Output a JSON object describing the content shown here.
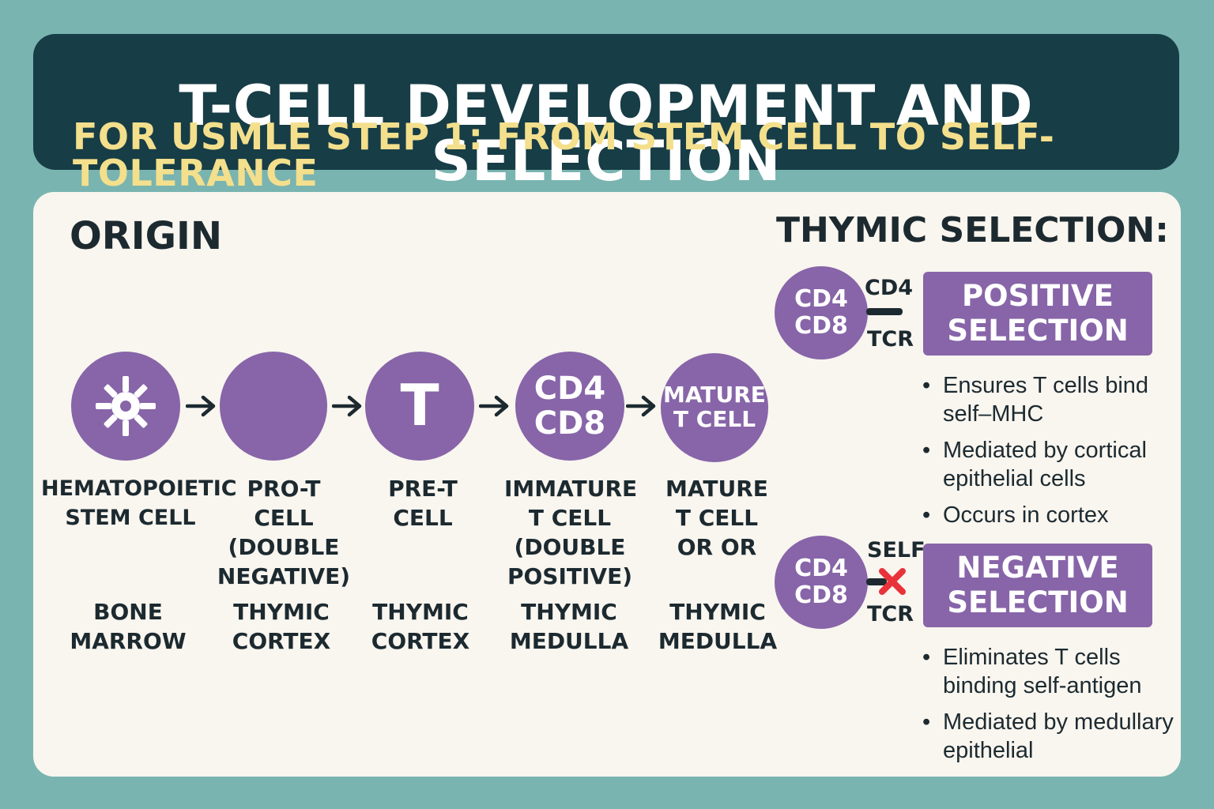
{
  "header": {
    "title": "T-CELL DEVELOPMENT AND SELECTION",
    "subtitle": "FOR USMLE STEP 1: FROM STEM CELL TO SELF-TOLERANCE"
  },
  "origin": {
    "heading": "ORIGIN",
    "stages": [
      {
        "circle_text": "",
        "icon": "sun-gear-icon",
        "label": "HEMATOPOIETIC\nSTEM CELL",
        "location": "BONE\nMARROW"
      },
      {
        "circle_text": "",
        "label": "PRO-T CELL\n(DOUBLE\nNEGATIVE)",
        "location": "THYMIC\nCORTEX"
      },
      {
        "circle_text": "T",
        "label": "PRE-T CELL",
        "location": "THYMIC\nCORTEX"
      },
      {
        "circle_text": "CD4\nCD8",
        "label": "IMMATURE\nT CELL\n(DOUBLE\nPOSITIVE)",
        "location": "THYMIC\nMEDULLA"
      },
      {
        "circle_text": "MATURE\nT CELL",
        "label": "MATURE\nT CELL\nOR OR",
        "location": "THYMIC\nMEDULLA"
      }
    ]
  },
  "thymic": {
    "heading": "THYMIC SELECTION:",
    "positive": {
      "circle_text": "CD4\nCD8",
      "top_label": "CD4",
      "bottom_label": "TCR",
      "box": "POSITIVE\nSELECTION",
      "bullets": [
        "Ensures T cells bind self–MHC",
        "Mediated by cortical epithelial cells",
        "Occurs in cortex"
      ]
    },
    "negative": {
      "circle_text": "CD4\nCD8",
      "top_label": "SELF",
      "bottom_label": "TCR",
      "box": "NEGATIVE\nSELECTION",
      "bullets": [
        "Eliminates T cells binding self-antigen",
        "Mediated by medullary epithelial"
      ]
    }
  },
  "colors": {
    "background": "#79b4b0",
    "header": "#173d46",
    "subtitle": "#f3df8c",
    "cell": "#8765a8",
    "panel": "#f9f5ef",
    "block_x": "#e8333b"
  }
}
